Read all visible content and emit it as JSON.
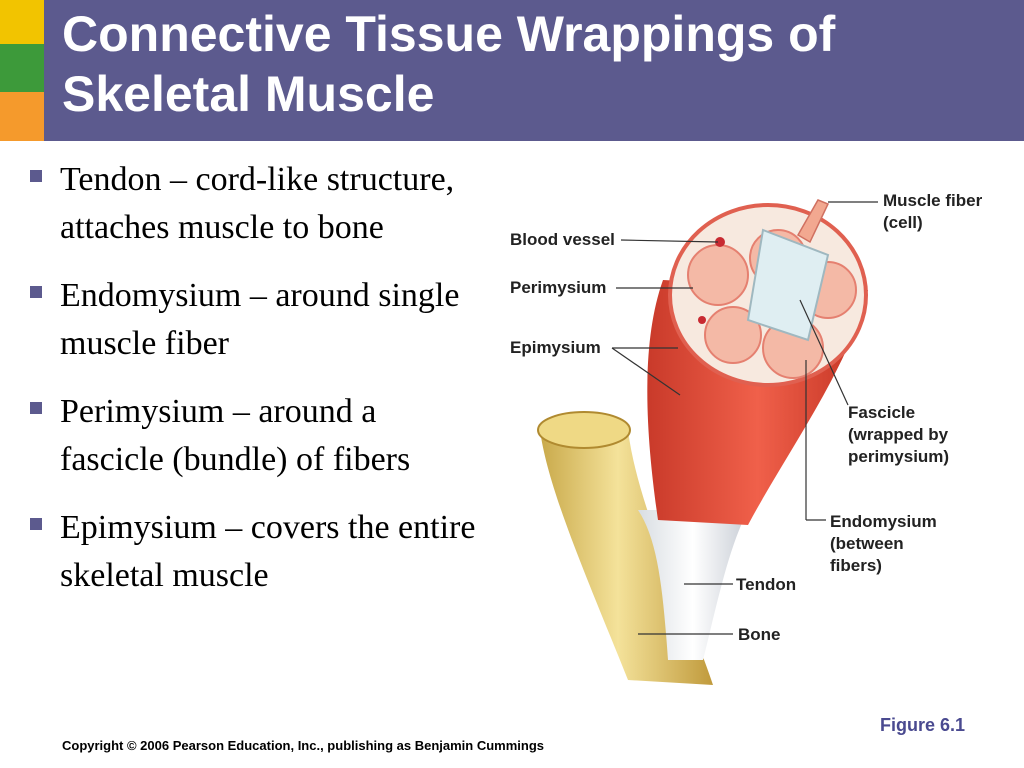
{
  "slide": {
    "title": "Connective Tissue Wrappings of Skeletal Muscle",
    "accent_colors": [
      "#f2c400",
      "#3d9a3a",
      "#f59a2c"
    ],
    "title_bar_color": "#5c5a8e"
  },
  "bullets": [
    {
      "text": "Tendon – cord-like structure, attaches muscle to bone"
    },
    {
      "text": "Endomysium – around single muscle fiber"
    },
    {
      "text": "Perimysium – around a fascicle (bundle) of fibers"
    },
    {
      "text": "Epimysium – covers the entire skeletal muscle"
    }
  ],
  "figure": {
    "labels": {
      "muscle_fiber": "Muscle fiber (cell)",
      "blood_vessel": "Blood vessel",
      "perimysium": "Perimysium",
      "epimysium": "Epimysium",
      "fascicle": "Fascicle (wrapped by perimysium)",
      "endomysium": "Endomysium (between fibers)",
      "tendon": "Tendon",
      "bone": "Bone"
    },
    "reference": "Figure 6.1"
  },
  "footer": {
    "copyright": "Copyright © 2006 Pearson Education, Inc., publishing as Benjamin Cummings"
  }
}
